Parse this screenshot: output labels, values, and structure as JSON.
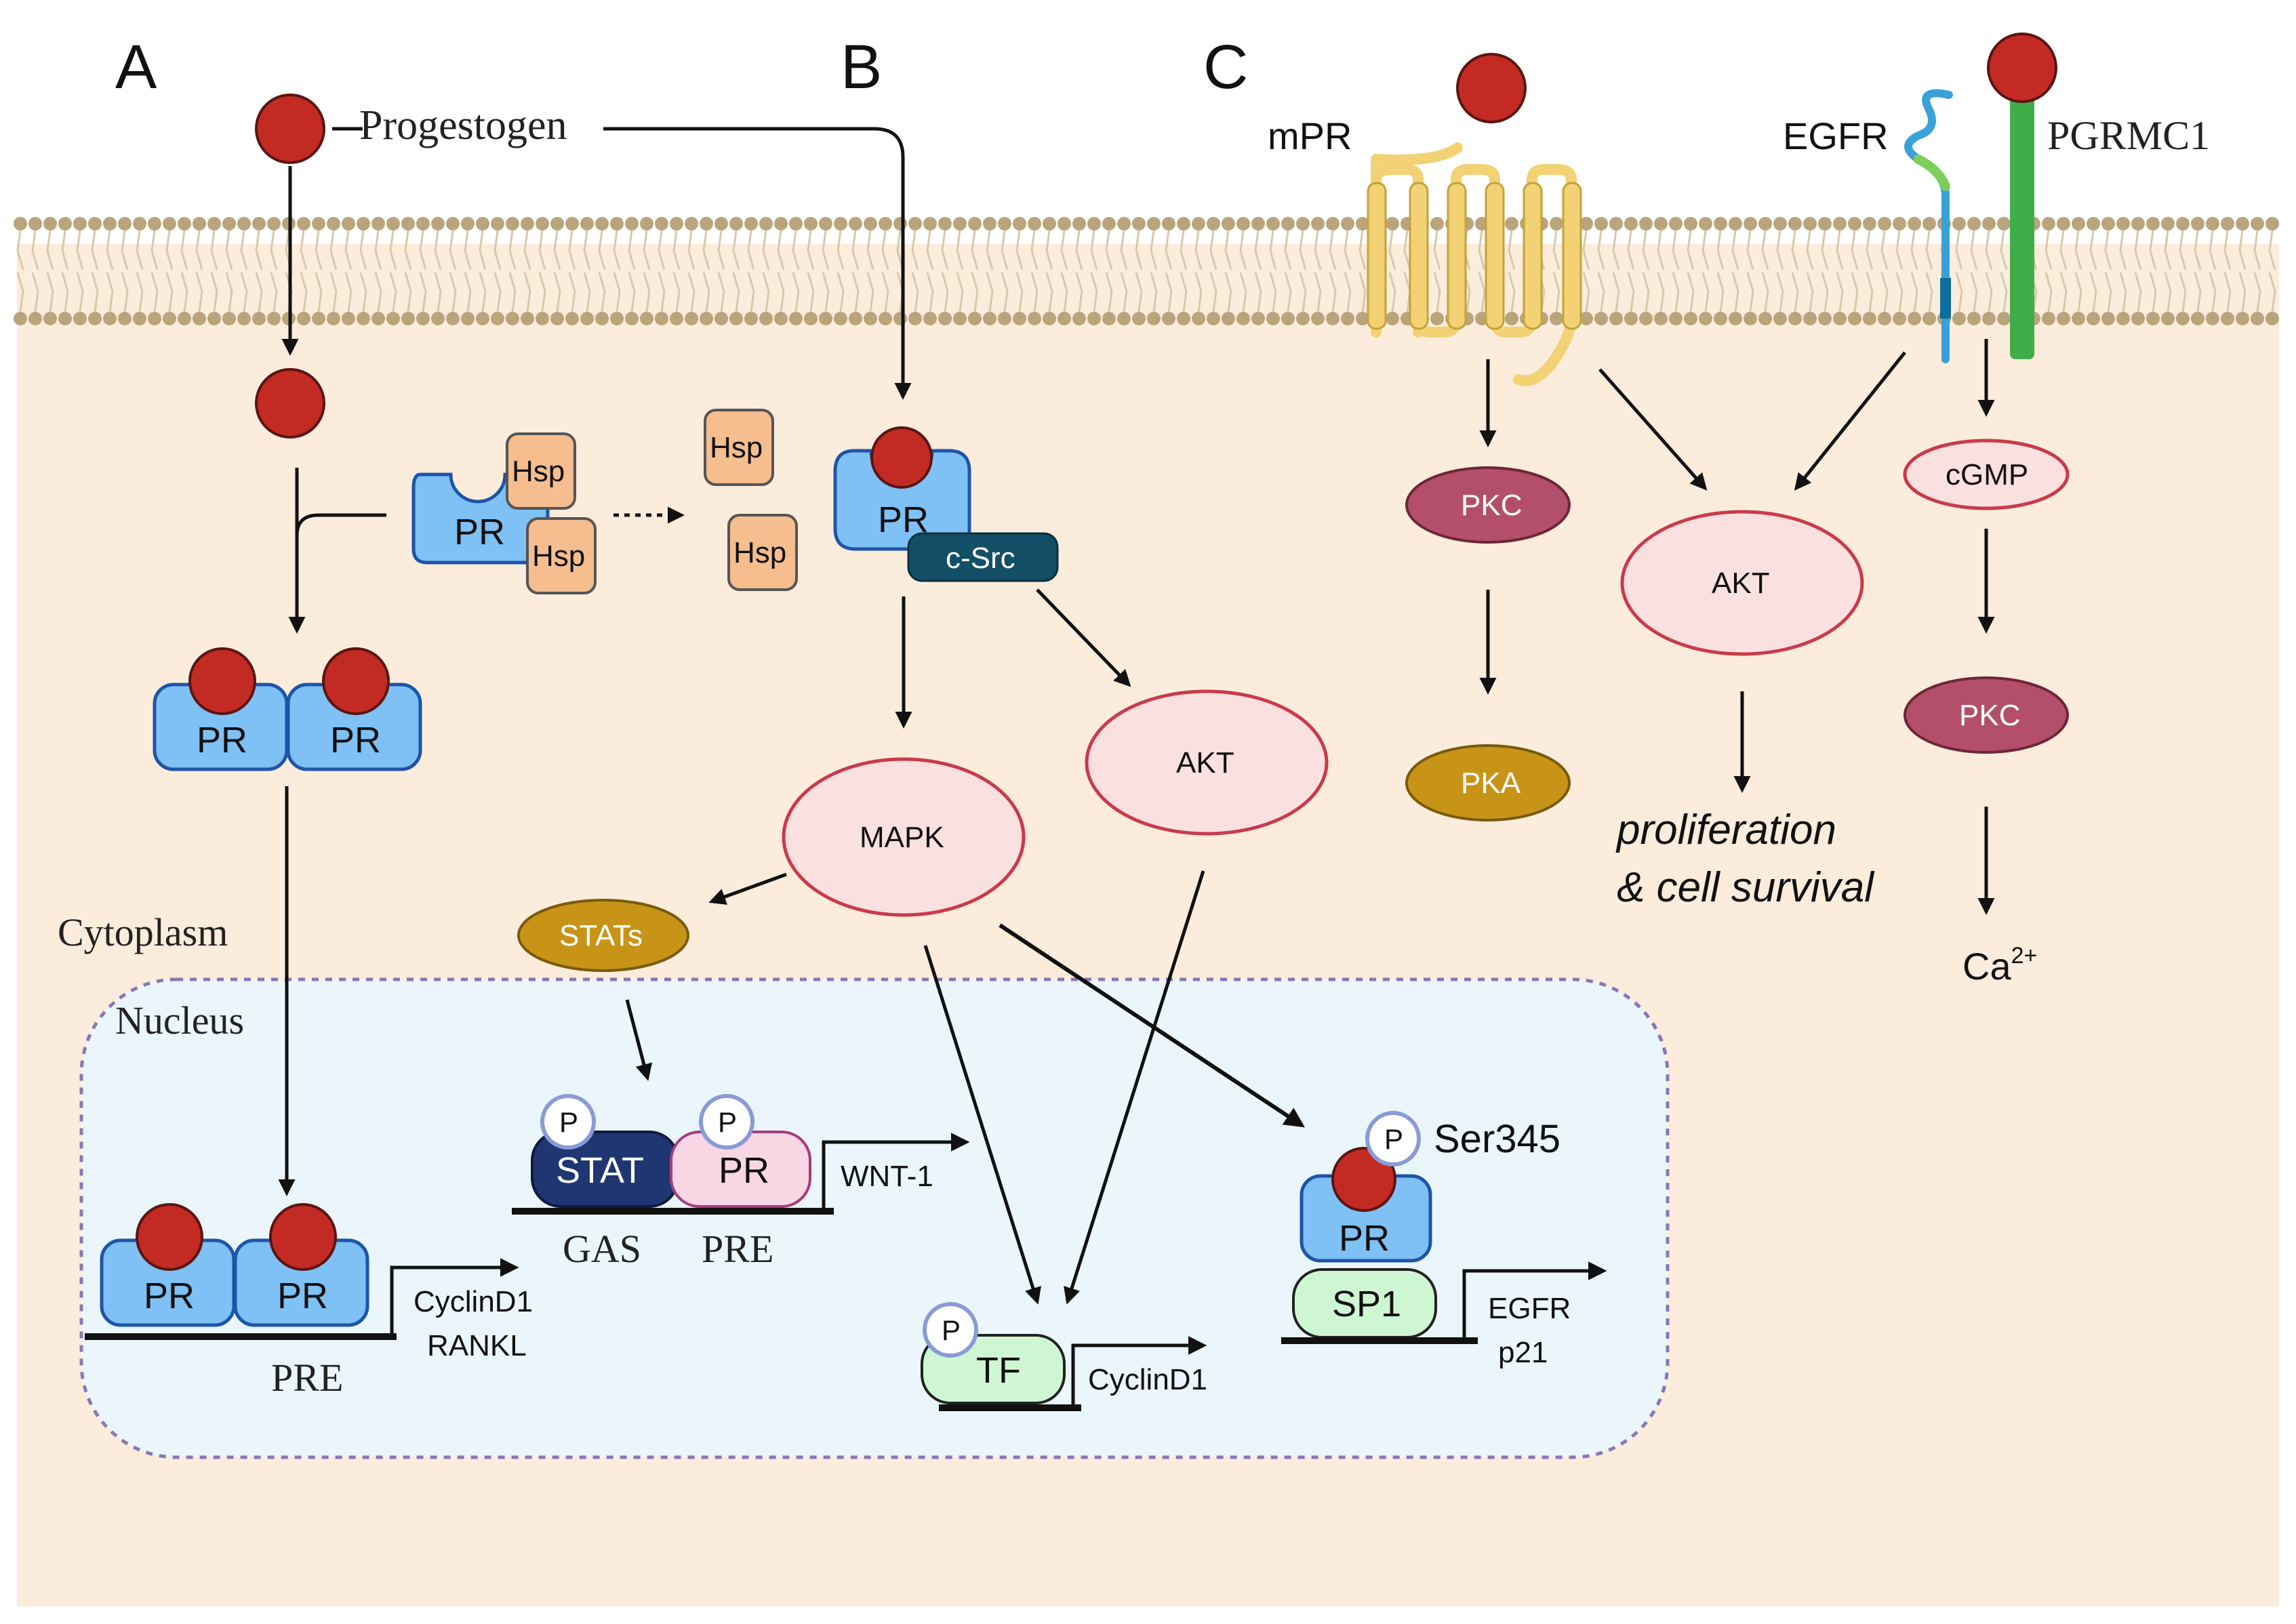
{
  "panels": {
    "a": "A",
    "b": "B",
    "c": "C"
  },
  "labels": {
    "progestogen": "Progestogen",
    "cytoplasm": "Cytoplasm",
    "nucleus": "Nucleus",
    "mpr": "mPR",
    "egfr_receptor": "EGFR",
    "pgrmc1": "PGRMC1",
    "pr": "PR",
    "hsp": "Hsp",
    "c_src": "c-Src",
    "mapk": "MAPK",
    "akt": "AKT",
    "stats": "STATs",
    "stat": "STAT",
    "p": "P",
    "tf": "TF",
    "sp1": "SP1",
    "ser345": "Ser345",
    "pkc": "PKC",
    "pka": "PKA",
    "cgmp": "cGMP",
    "ca_base": "Ca",
    "ca_sup": "2+",
    "gas": "GAS",
    "pre": "PRE",
    "cyclind1": "CyclinD1",
    "rankl": "RANKL",
    "wnt1": "WNT-1",
    "egfr_gene": "EGFR",
    "p21": "p21",
    "prolif_1": "proliferation",
    "prolif_2": "& cell survival"
  },
  "colors": {
    "cytoplasm": "#fcecdc",
    "nucleus": "#eaf6fb",
    "membrane_bead": "#b9a47c",
    "ligand": "#c42a24",
    "pr_fill": "#7fc0f5",
    "pr_stroke": "#1e55a8",
    "hsp_fill": "#f6bd8f",
    "csrc": "#134f66",
    "pink_fill": "#fbe0e0",
    "pink_stroke": "#c93a4a",
    "pkc": "#b34f6a",
    "gold": "#c89418",
    "stat_fill": "#203672",
    "pr_pink": "#f8d6e4",
    "green_fill": "#cff6d3",
    "mpr": "#f2d274",
    "pgrmc1": "#3fae4a"
  }
}
